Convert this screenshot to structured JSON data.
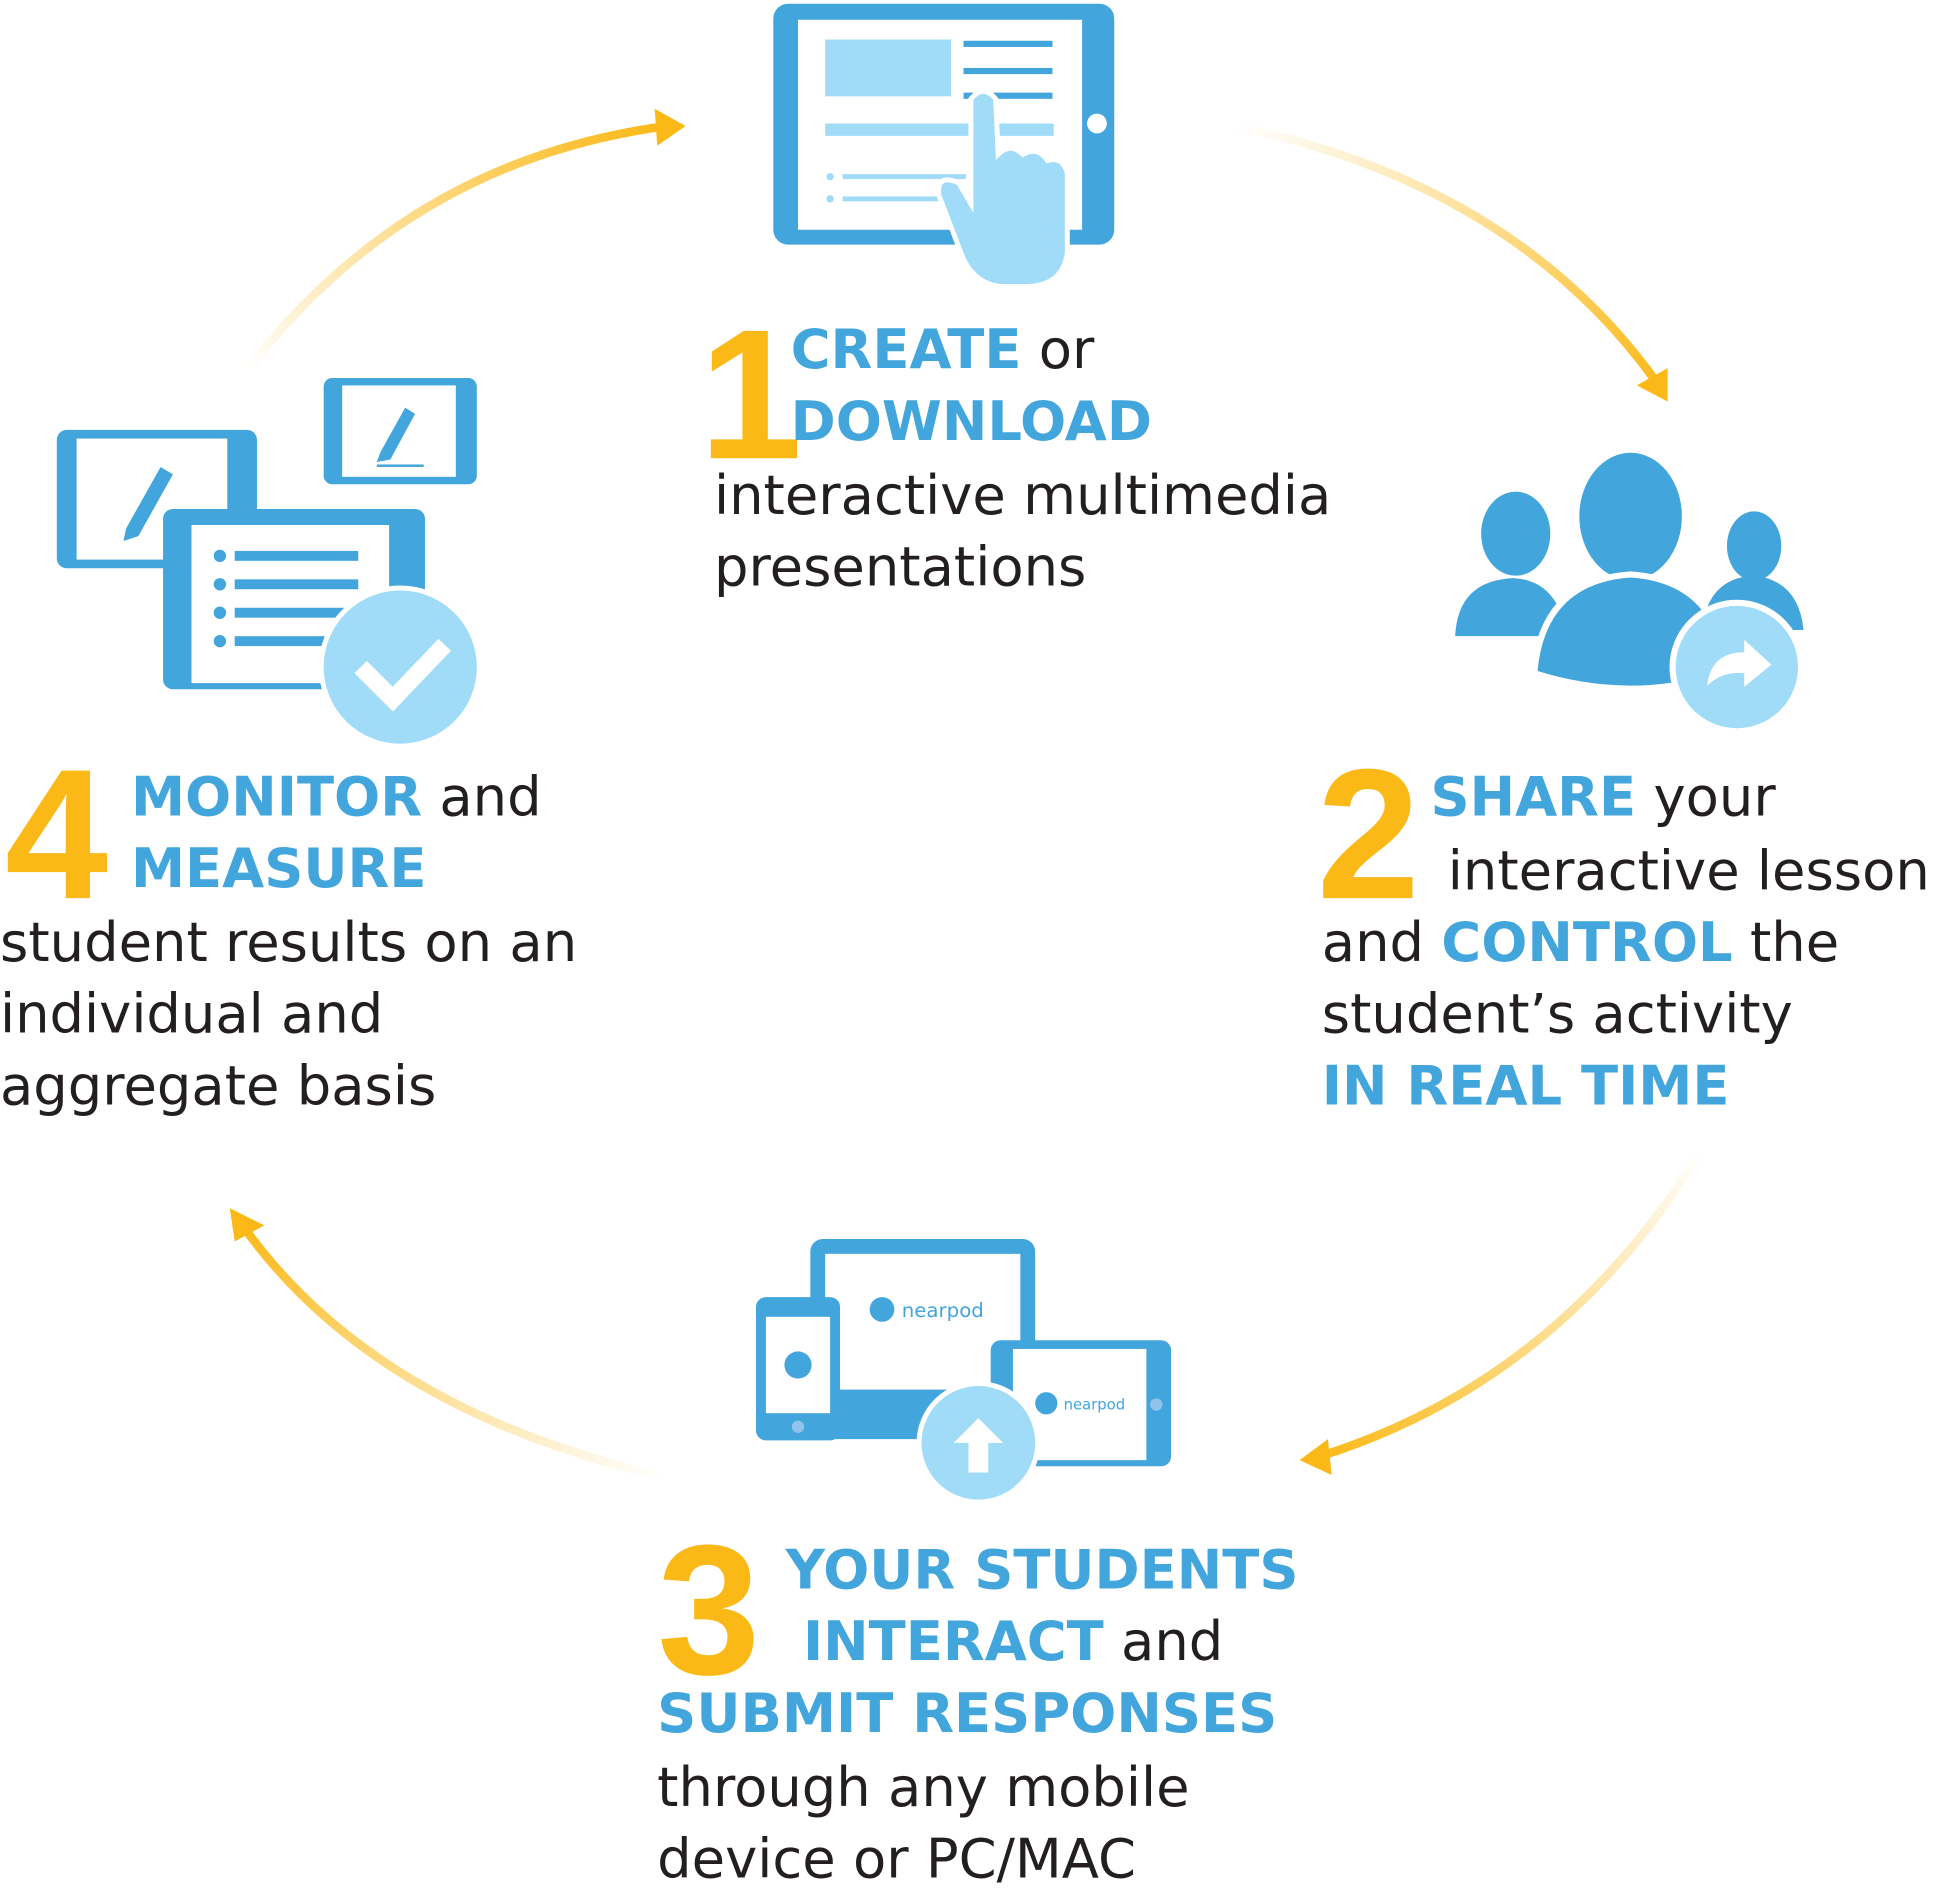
{
  "colors": {
    "blue": "#42a5dc",
    "light_blue": "#a0dcf8",
    "yellow": "#fbb917",
    "text": "#231f20"
  },
  "steps": [
    {
      "number": "1",
      "lines": [
        [
          {
            "t": "CREATE",
            "h": true
          },
          {
            "t": " or",
            "h": false
          }
        ],
        [
          {
            "t": "DOWNLOAD",
            "h": true
          }
        ],
        [
          {
            "t": "interactive multimedia",
            "h": false
          }
        ],
        [
          {
            "t": "presentations",
            "h": false
          }
        ]
      ]
    },
    {
      "number": "2",
      "lines": [
        [
          {
            "t": "SHARE",
            "h": true
          },
          {
            "t": " your",
            "h": false
          }
        ],
        [
          {
            "t": "interactive lesson",
            "h": false
          }
        ],
        [
          {
            "t": "and ",
            "h": false
          },
          {
            "t": "CONTROL",
            "h": true
          },
          {
            "t": " the",
            "h": false
          }
        ],
        [
          {
            "t": "student’s activity",
            "h": false
          }
        ],
        [
          {
            "t": "IN REAL TIME",
            "h": true
          }
        ]
      ]
    },
    {
      "number": "3",
      "lines": [
        [
          {
            "t": "YOUR STUDENTS",
            "h": true
          }
        ],
        [
          {
            "t": "INTERACT",
            "h": true
          },
          {
            "t": " and",
            "h": false
          }
        ],
        [
          {
            "t": "SUBMIT RESPONSES",
            "h": true
          }
        ],
        [
          {
            "t": "through any mobile",
            "h": false
          }
        ],
        [
          {
            "t": "device or PC/MAC",
            "h": false
          }
        ]
      ]
    },
    {
      "number": "4",
      "lines": [
        [
          {
            "t": "MONITOR",
            "h": true
          },
          {
            "t": " and",
            "h": false
          }
        ],
        [
          {
            "t": "MEASURE",
            "h": true
          }
        ],
        [
          {
            "t": "student results on an",
            "h": false
          }
        ],
        [
          {
            "t": "individual and",
            "h": false
          }
        ],
        [
          {
            "t": "aggregate basis",
            "h": false
          }
        ]
      ]
    }
  ],
  "logos": {
    "brand": "nearpod"
  },
  "icons": [
    "tablet-touch-icon",
    "group-share-icon",
    "devices-upload-icon",
    "tablets-check-icon"
  ]
}
